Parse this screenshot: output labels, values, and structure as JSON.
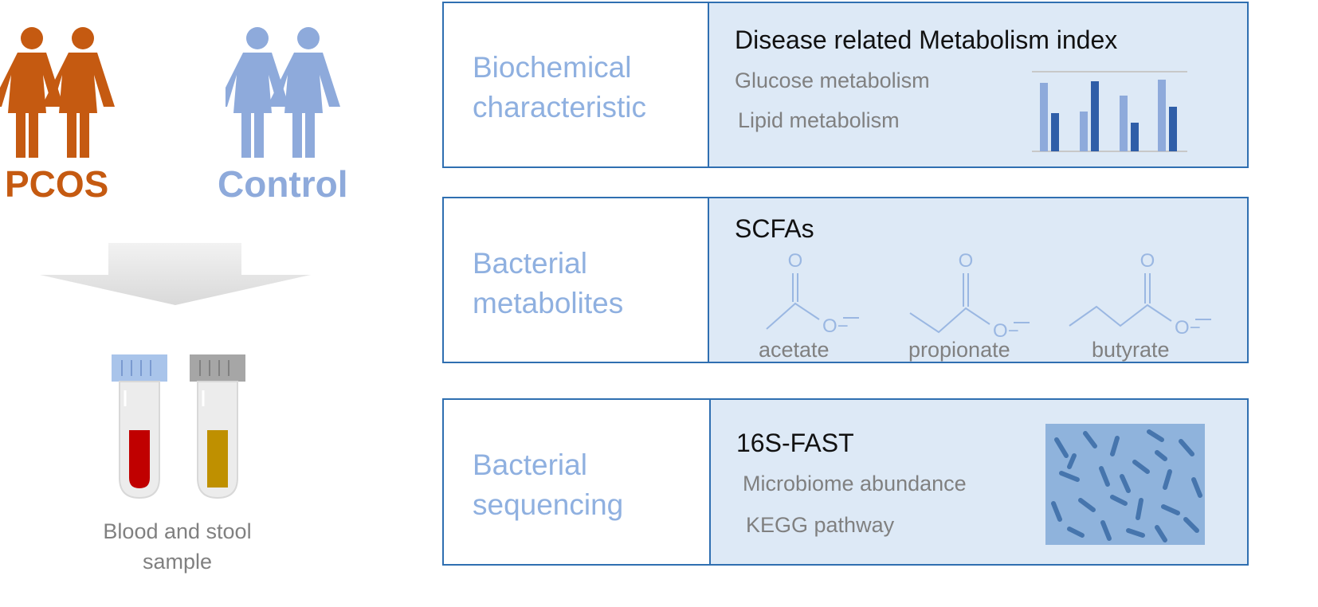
{
  "groups": {
    "pcos": {
      "label": "PCOS",
      "color": "#c55a11"
    },
    "control": {
      "label": "Control",
      "color": "#8eaadb"
    }
  },
  "samples": {
    "line1": "Blood and stool",
    "line2": "sample"
  },
  "panels": [
    {
      "title_line1": "Biochemical",
      "title_line2": "characteristic",
      "heading": "Disease related Metabolism index",
      "items": [
        "Glucose metabolism",
        "Lipid metabolism"
      ]
    },
    {
      "title_line1": "Bacterial",
      "title_line2": "metabolites",
      "heading": "SCFAs",
      "molecules": [
        "acetate",
        "propionate",
        "butyrate"
      ],
      "atom_oxygen": "O",
      "atom_charge": "O−"
    },
    {
      "title_line1": "Bacterial",
      "title_line2": "sequencing",
      "heading": "16S-FAST",
      "items": [
        "Microbiome abundance",
        "KEGG pathway"
      ]
    }
  ],
  "colors": {
    "accent": "#8fb0e0",
    "border": "#2f6fb1",
    "panel_fill": "#dde9f6",
    "bar_light": "#8eaadb",
    "bar_dark": "#2f5ea8",
    "blood": "#c00000",
    "stool": "#bf9000"
  }
}
